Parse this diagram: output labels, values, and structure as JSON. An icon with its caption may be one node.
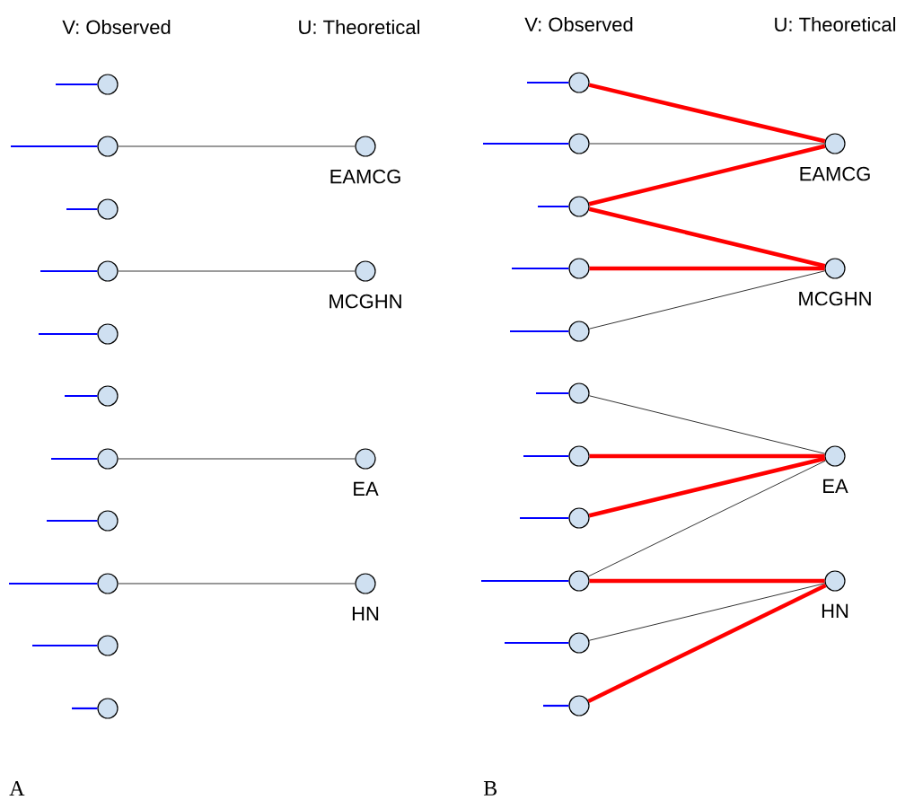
{
  "diagram": {
    "nodes": [
      {
        "text": [],
        "shape": "circle"
      },
      {
        "text": [],
        "shape": "circle"
      },
      {
        "text": [],
        "shape": "circle"
      },
      {
        "text": [],
        "shape": "circle"
      },
      {
        "text": [],
        "shape": "circle"
      },
      {
        "text": [],
        "shape": "circle"
      },
      {
        "text": [],
        "shape": "circle"
      },
      {
        "text": [],
        "shape": "circle"
      },
      {
        "text": [],
        "shape": "circle"
      },
      {
        "text": [],
        "shape": "circle"
      },
      {
        "text": [],
        "shape": "circle"
      },
      {
        "text": [
          "EAMCG"
        ]
      },
      {
        "text": [
          "MCGHN"
        ]
      },
      {
        "text": [
          "EA"
        ]
      },
      {
        "text": [
          "HN"
        ]
      },
      {
        "text": [],
        "shape": "circle"
      },
      {
        "text": [],
        "shape": "circle"
      },
      {
        "text": [],
        "shape": "circle"
      },
      {
        "text": [],
        "shape": "circle"
      },
      {
        "text": [],
        "shape": "circle"
      },
      {
        "text": [],
        "shape": "circle"
      },
      {
        "text": [],
        "shape": "circle"
      },
      {
        "text": [],
        "shape": "circle"
      },
      {
        "text": [],
        "shape": "circle"
      },
      {
        "text": [],
        "shape": "circle"
      },
      {
        "text": [],
        "shape": "circle"
      },
      {
        "text": [
          "EAMCG"
        ]
      },
      {
        "text": [
          "MCGHN"
        ]
      },
      {
        "text": [
          "EA"
        ]
      },
      {
        "text": [
          "HN"
        ]
      }
    ],
    "edges": [
      {
        "from": null,
        "to": 0,
        "arrow": "none",
        "color": "#0000ff"
      },
      {
        "from": null,
        "to": 1,
        "arrow": "none",
        "color": "#0000ff"
      },
      {
        "from": null,
        "to": 2,
        "arrow": "none",
        "color": "#0000ff"
      },
      {
        "from": null,
        "to": 3,
        "arrow": "none",
        "color": "#0000ff"
      },
      {
        "from": null,
        "to": 4,
        "arrow": "none",
        "color": "#0000ff"
      },
      {
        "from": null,
        "to": 5,
        "arrow": "none",
        "color": "#0000ff"
      },
      {
        "from": null,
        "to": 6,
        "arrow": "none",
        "color": "#0000ff"
      },
      {
        "from": null,
        "to": 7,
        "arrow": "none",
        "color": "#0000ff"
      },
      {
        "from": null,
        "to": 8,
        "arrow": "none",
        "color": "#0000ff"
      },
      {
        "from": null,
        "to": 9,
        "arrow": "none",
        "color": "#0000ff"
      },
      {
        "from": null,
        "to": 10,
        "arrow": "none",
        "color": "#0000ff"
      },
      {
        "from": 1,
        "to": 11,
        "arrow": "none",
        "color": "#000000"
      },
      {
        "from": 3,
        "to": 12,
        "arrow": "none",
        "color": "#000000"
      },
      {
        "from": 6,
        "to": 13,
        "arrow": "none",
        "color": "#000000"
      },
      {
        "from": 8,
        "to": 14,
        "arrow": "none",
        "color": "#000000"
      },
      {
        "from": null,
        "to": 15,
        "arrow": "none",
        "color": "#0000ff"
      },
      {
        "from": null,
        "to": 16,
        "arrow": "none",
        "color": "#0000ff"
      },
      {
        "from": null,
        "to": 17,
        "arrow": "none",
        "color": "#0000ff"
      },
      {
        "from": null,
        "to": 18,
        "arrow": "none",
        "color": "#0000ff"
      },
      {
        "from": null,
        "to": 19,
        "arrow": "none",
        "color": "#0000ff"
      },
      {
        "from": null,
        "to": 20,
        "arrow": "none",
        "color": "#0000ff"
      },
      {
        "from": null,
        "to": 21,
        "arrow": "none",
        "color": "#0000ff"
      },
      {
        "from": null,
        "to": 22,
        "arrow": "none",
        "color": "#0000ff"
      },
      {
        "from": null,
        "to": 23,
        "arrow": "none",
        "color": "#0000ff"
      },
      {
        "from": null,
        "to": 24,
        "arrow": "none",
        "color": "#0000ff"
      },
      {
        "from": null,
        "to": 25,
        "arrow": "none",
        "color": "#0000ff"
      },
      {
        "from": 15,
        "to": 26,
        "arrow": "none",
        "style": "thick",
        "color": "#ff0000"
      },
      {
        "from": 16,
        "to": 26,
        "arrow": "none",
        "color": "#000000"
      },
      {
        "from": 17,
        "to": 26,
        "arrow": "none",
        "style": "thick",
        "color": "#ff0000"
      },
      {
        "from": 17,
        "to": 27,
        "arrow": "none",
        "style": "thick",
        "color": "#ff0000"
      },
      {
        "from": 18,
        "to": 27,
        "arrow": "none",
        "style": "thick",
        "color": "#ff0000"
      },
      {
        "from": 19,
        "to": 27,
        "arrow": "none",
        "color": "#000000"
      },
      {
        "from": 20,
        "to": 28,
        "arrow": "none",
        "color": "#000000"
      },
      {
        "from": 21,
        "to": 28,
        "arrow": "none",
        "style": "thick",
        "color": "#ff0000"
      },
      {
        "from": 22,
        "to": 28,
        "arrow": "none",
        "style": "thick",
        "color": "#ff0000"
      },
      {
        "from": 23,
        "to": 28,
        "arrow": "none",
        "color": "#000000"
      },
      {
        "from": 23,
        "to": 29,
        "arrow": "none",
        "style": "thick",
        "color": "#ff0000"
      },
      {
        "from": 24,
        "to": 29,
        "arrow": "none",
        "color": "#000000"
      },
      {
        "from": 25,
        "to": 29,
        "arrow": "none",
        "style": "thick",
        "color": "#ff0000"
      }
    ],
    "labels": [
      "V: Observed",
      "U: Theoretical",
      "V: Observed",
      "U: Theoretical",
      "A",
      "B"
    ]
  }
}
